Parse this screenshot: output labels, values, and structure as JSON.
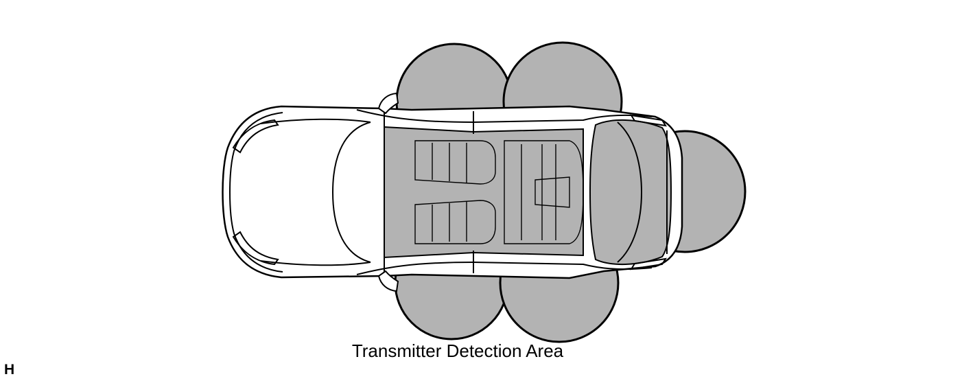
{
  "diagram": {
    "caption": "Transmitter Detection Area",
    "corner_label": "H",
    "colors": {
      "detection_area": "#b3b3b3",
      "outline": "#000000",
      "car_body": "#ffffff"
    },
    "detection_zones": [
      "front-left-door",
      "rear-left-door",
      "front-right-door",
      "rear-right-door",
      "cabin",
      "trunk",
      "rear-bumper"
    ]
  }
}
